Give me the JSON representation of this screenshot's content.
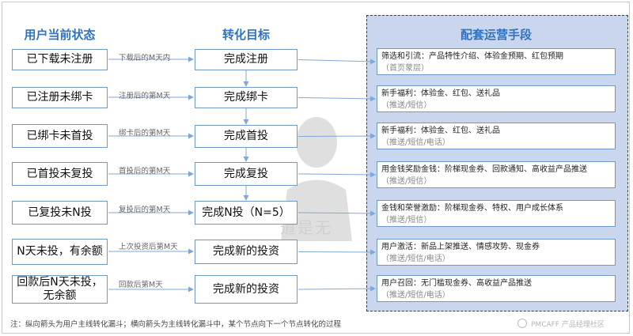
{
  "titles": {
    "state": "用户当前状态",
    "target": "转化目标",
    "means": "配套运营手段"
  },
  "rows": [
    {
      "state": "已下载未注册",
      "edge": "下载后的M天内",
      "target": "完成注册",
      "means": "筛选和引流：产品特性介绍、体验金预期、红包预期",
      "channel": "（首页蒙层）"
    },
    {
      "state": "已注册未绑卡",
      "edge": "注册后的第M天",
      "target": "完成绑卡",
      "means": "新手福利：体验金、红包、送礼品",
      "channel": "（推送/短信）"
    },
    {
      "state": "已绑卡未首投",
      "edge": "绑卡后的第M天",
      "target": "完成首投",
      "means": "新手福利：体验金、红包、送礼品",
      "channel": "（推送/短信/电话）"
    },
    {
      "state": "已首投未复投",
      "edge": "首投后的第M天",
      "target": "完成复投",
      "means": "用金钱奖励金钱：阶梯现金券、回款通知、高收益产品推送",
      "channel": "（推送/短信）"
    },
    {
      "state": "已复投未N投",
      "edge": "复投后的第M天",
      "target": "完成N投（N=5）",
      "means": "金钱和荣誉激励：阶梯现金券、特权、用户成长体系",
      "channel": "（推送/短信）"
    },
    {
      "state": "N天未投，有余额",
      "edge": "上次投资后第M天",
      "target": "完成新的投资",
      "means": "用户激活：新品上架推送、情感攻势、现金券",
      "channel": "（推送/短信/电话）"
    },
    {
      "state": "回款后N天未投，\n无余额",
      "edge": "回款后第M天",
      "target": "完成新的投资",
      "means": "用户召回：无门槛现金券、高收益产品推送",
      "channel": "（推送/短信/电话）"
    }
  ],
  "footnote": "注：纵向箭头为用户主线转化漏斗；横向箭头为主线转化漏斗中，某个节点向下一个节点转化的过程",
  "portrait_caption": "道是无",
  "watermark": "PMCAFF 产品经理社区",
  "colors": {
    "title_blue": "#2f73c2",
    "panel_fill": "#c9d6ee",
    "box_border": "#6e99c8",
    "arrow": "#7fa8d6"
  }
}
